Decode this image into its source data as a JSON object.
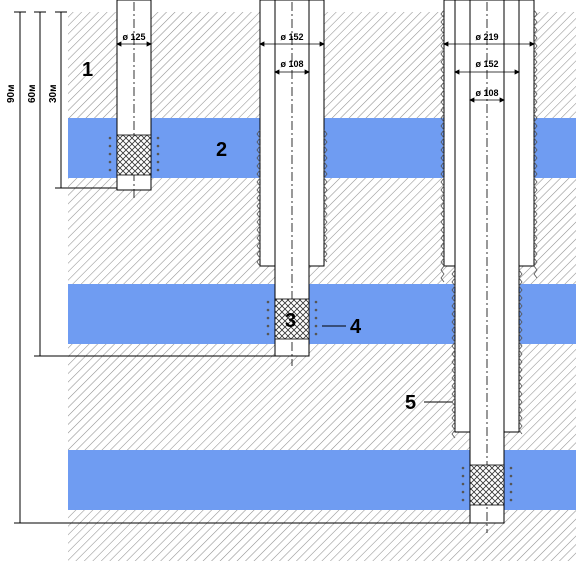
{
  "depth_marks": {
    "d30": "30м",
    "d60": "60м",
    "d90": "90м"
  },
  "diameters": {
    "well1": "ø 125",
    "well2_outer": "ø 152",
    "well2_inner": "ø 108",
    "well3_outer": "ø 219",
    "well3_mid": "ø 152",
    "well3_inner": "ø 108"
  },
  "callouts": {
    "c1": "1",
    "c2": "2",
    "c3": "3",
    "c4": "4",
    "c5": "5"
  },
  "colors": {
    "aquifer": "#6f9cf2",
    "hatch": "#9a9a9a",
    "line": "#000000"
  }
}
